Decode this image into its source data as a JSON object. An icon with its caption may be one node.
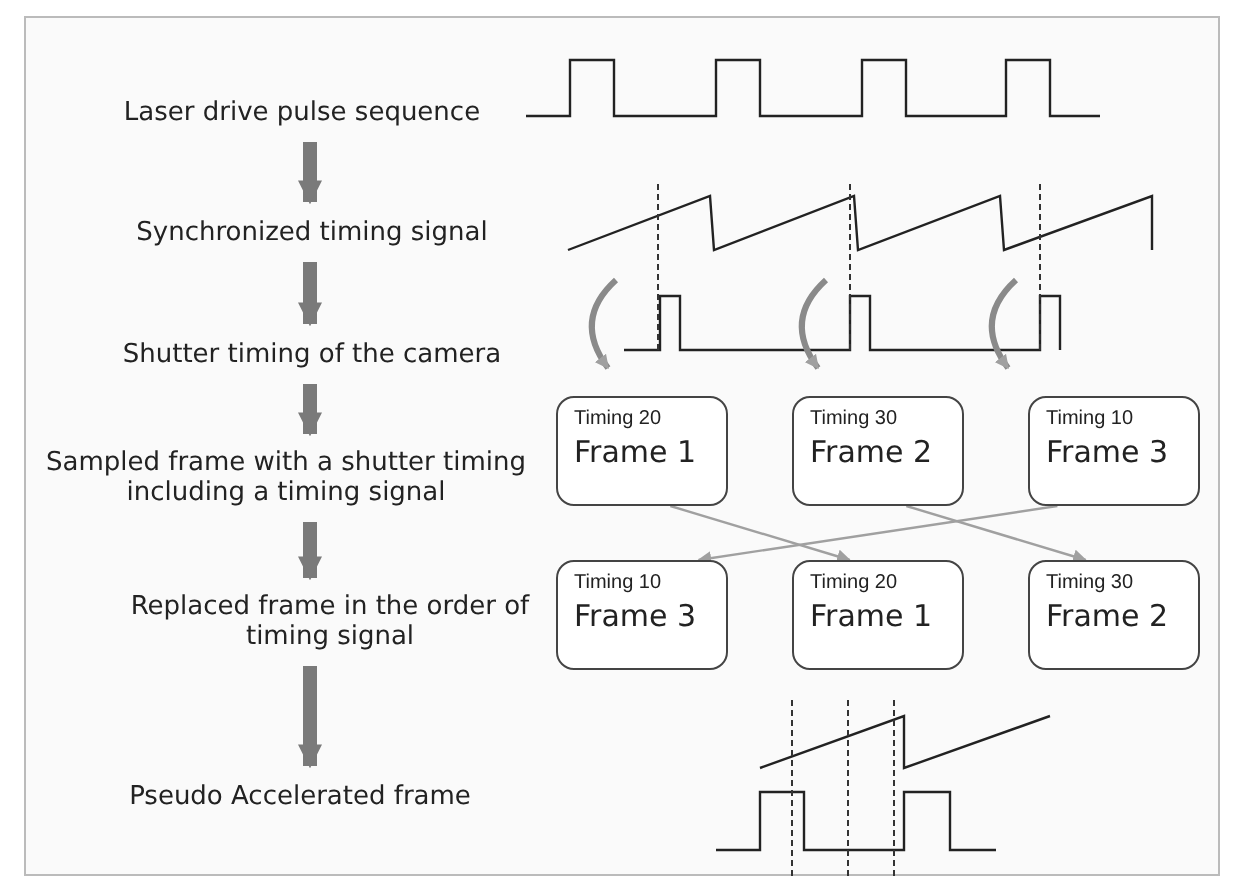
{
  "diagram": {
    "nodes": [
      {
        "text": [
          "Laser drive pulse sequence"
        ]
      },
      {
        "text": [
          "Synchronized timing signal"
        ]
      },
      {
        "text": [
          "Shutter timing of the camera"
        ]
      },
      {
        "text": [
          "Sampled frame with a shutter timing including a timing signal"
        ]
      },
      {
        "text": [
          "Replaced frame in the order of timing signal"
        ]
      },
      {
        "text": [
          "Pseudo Accelerated frame"
        ]
      },
      {
        "text": [
          "Timing 20",
          "Frame 1"
        ]
      },
      {
        "text": [
          "Timing 30",
          "Frame 2"
        ]
      },
      {
        "text": [
          "Timing 10",
          "Frame 3"
        ]
      },
      {
        "text": [
          "Timing 10",
          "Frame 3"
        ]
      },
      {
        "text": [
          "Timing 20",
          "Frame 1"
        ]
      },
      {
        "text": [
          "Timing 30",
          "Frame 2"
        ]
      }
    ],
    "edges": [
      {
        "from": 0,
        "to": 1,
        "arrow": "to"
      },
      {
        "from": 1,
        "to": 2,
        "arrow": "to"
      },
      {
        "from": 2,
        "to": 3,
        "arrow": "to"
      },
      {
        "from": 3,
        "to": 4,
        "arrow": "to"
      },
      {
        "from": 4,
        "to": 5,
        "arrow": "to"
      },
      {
        "from": 6,
        "to": 10,
        "arrow": "to",
        "color": "#a0a0a0"
      },
      {
        "from": 7,
        "to": 11,
        "arrow": "to",
        "color": "#a0a0a0"
      },
      {
        "from": 8,
        "to": 9,
        "arrow": "to",
        "color": "#a0a0a0"
      }
    ]
  }
}
